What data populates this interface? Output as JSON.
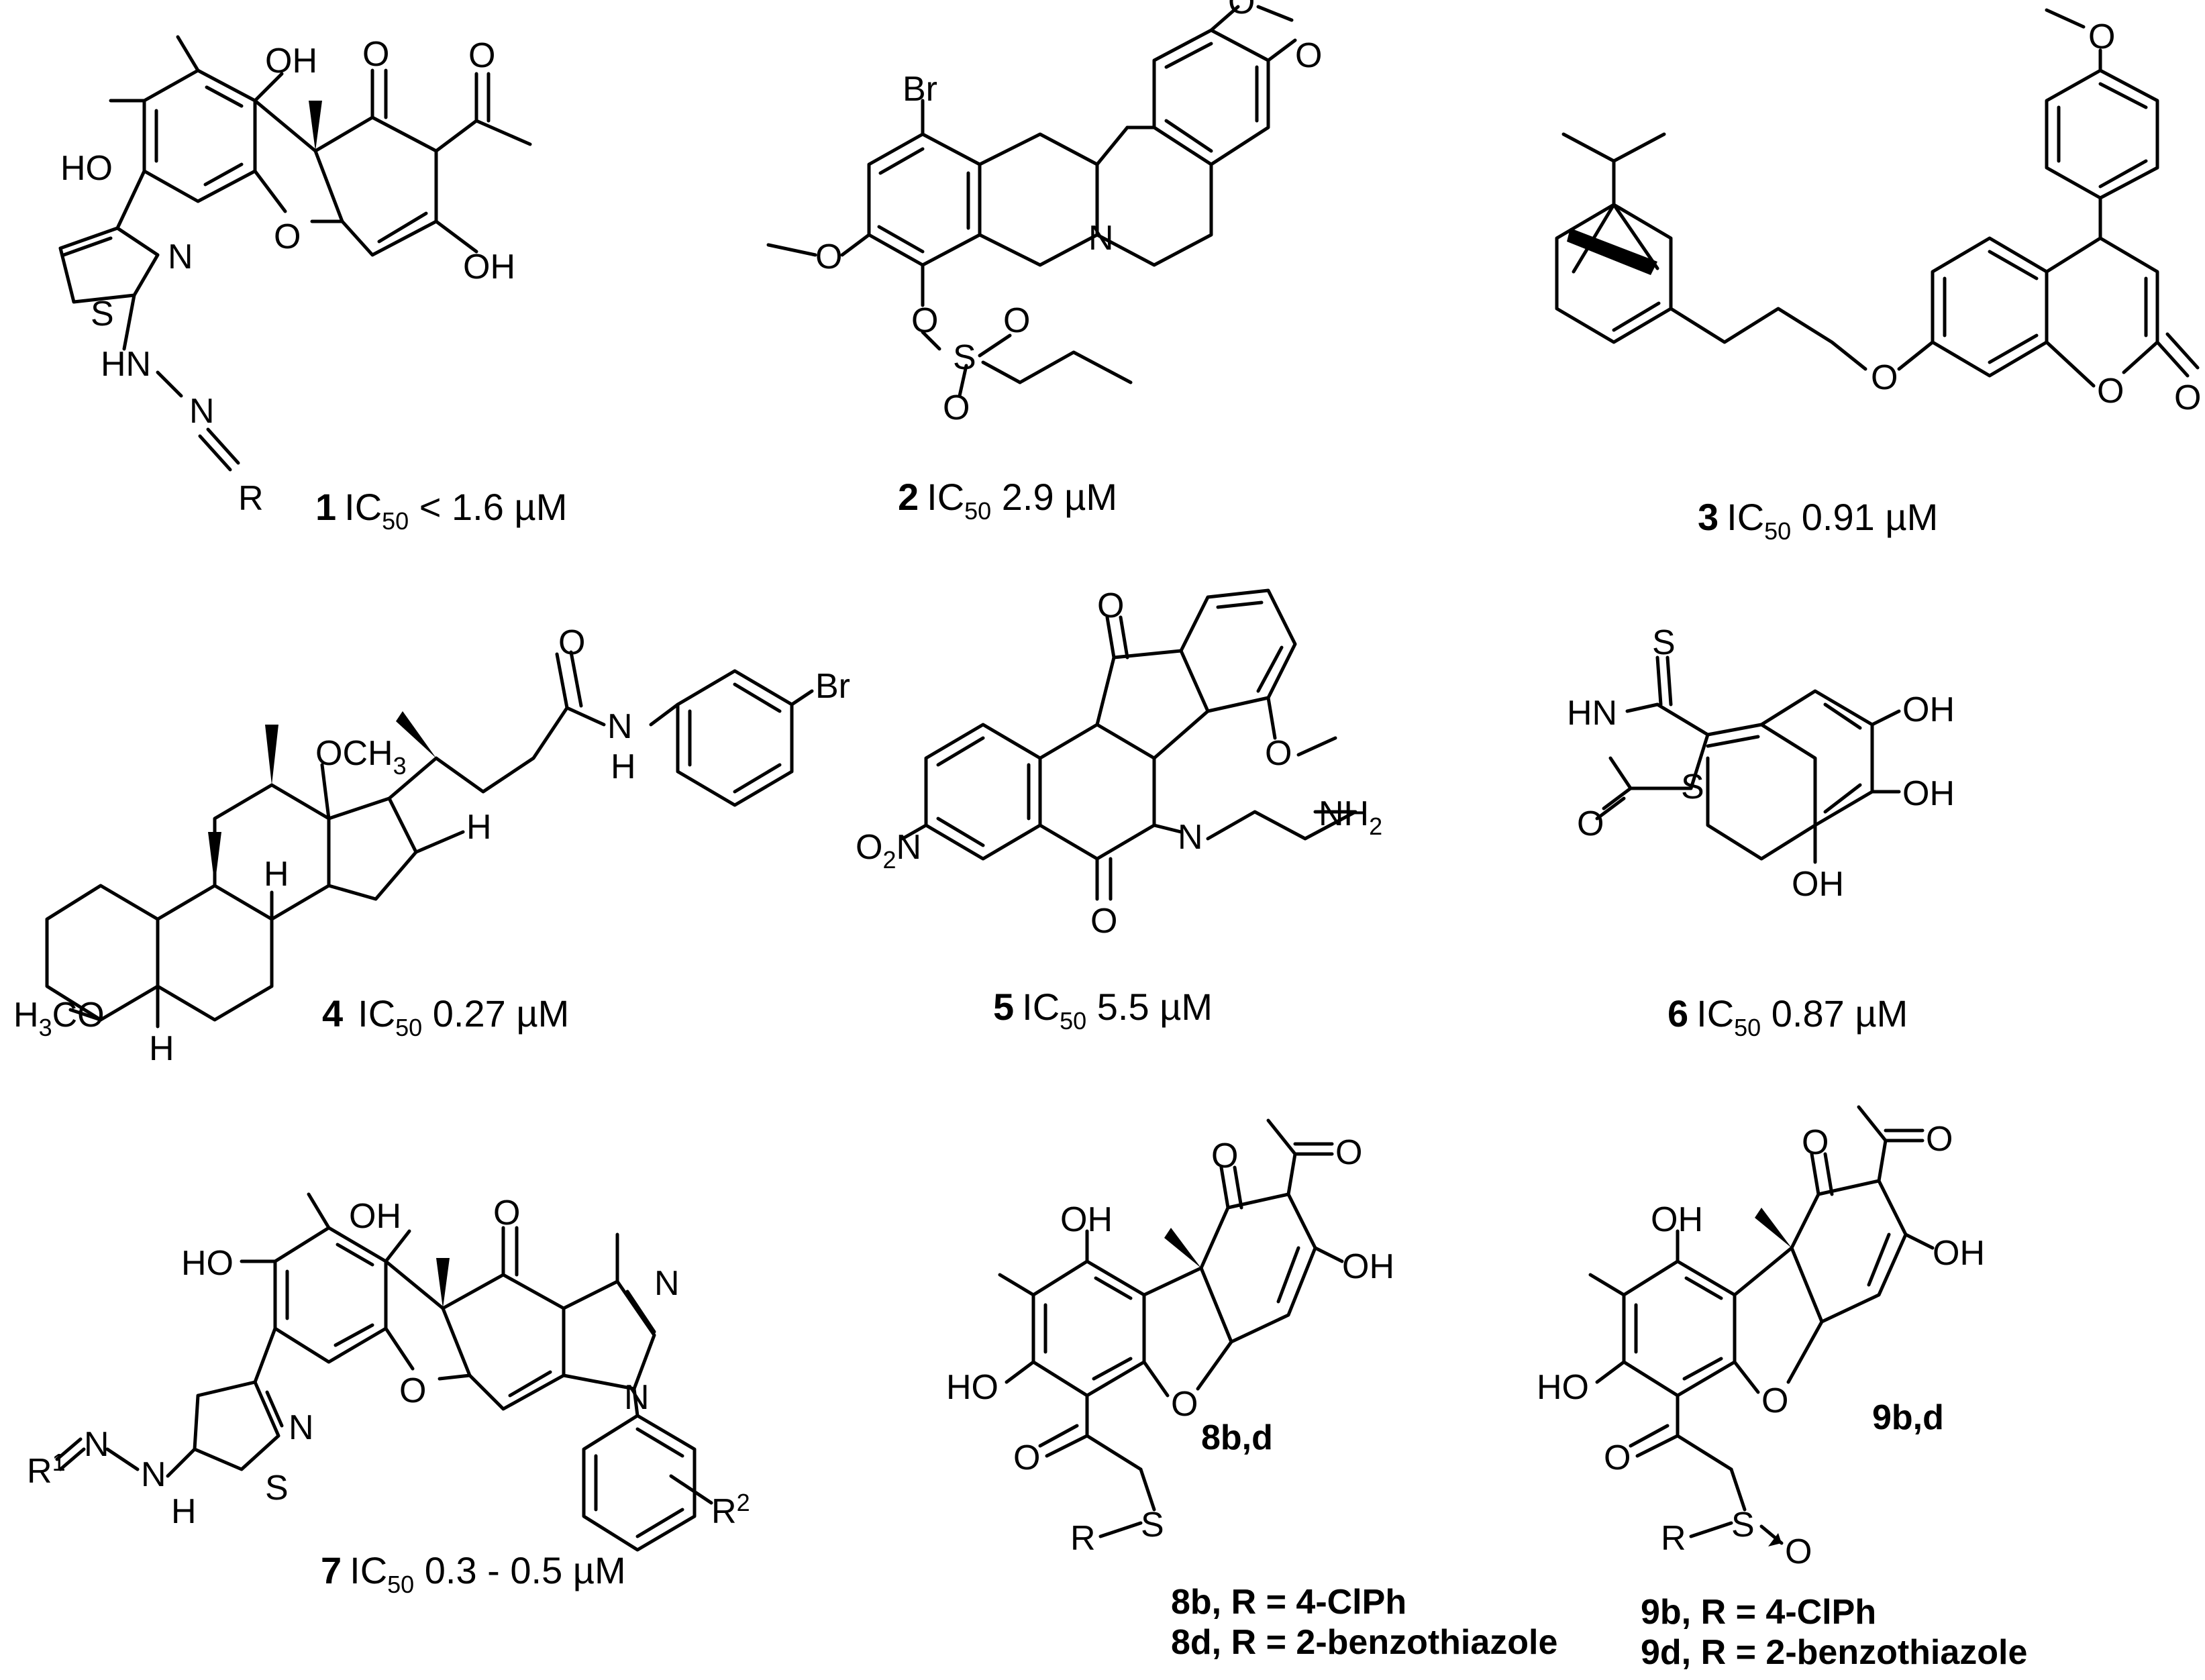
{
  "compounds": [
    {
      "id": "1",
      "ic50_label": "IC",
      "sub": "50",
      "value": " < 1.6 µM",
      "atoms": {
        "oh_top": "OH",
        "ho_left": "HO",
        "o_ketone": "O",
        "o_acetyl": "O",
        "oh_right": "OH",
        "o_furan": "O",
        "s": "S",
        "n": "N",
        "hn": "HN",
        "n2": "N",
        "r": "R"
      }
    },
    {
      "id": "2",
      "ic50_label": "IC",
      "sub": "50",
      "value": " 2.9 µM",
      "atoms": {
        "br": "Br",
        "o1": "O",
        "o2": "O",
        "o_meo": "O",
        "n": "N",
        "o_ester": "O",
        "s": "S",
        "o_s1": "O",
        "o_s2": "O"
      }
    },
    {
      "id": "3",
      "ic50_label": "IC",
      "sub": "50",
      "value": " 0.91 µM",
      "atoms": {
        "o_meo": "O",
        "o_ether": "O",
        "o_ring": "O",
        "o_carbonyl": "O"
      }
    },
    {
      "id": "4",
      "ic50_label": "IC",
      "sub": "50",
      "value": " 0.27 µM",
      "atoms": {
        "o": "O",
        "nh_n": "N",
        "nh_h": "H",
        "br": "Br",
        "och3": "OCH",
        "och3_sub": "3",
        "h1": "H",
        "h2": "H",
        "h3": "H",
        "h3co": "H",
        "h3co_sub": "3",
        "h3co_rest": "CO"
      }
    },
    {
      "id": "5",
      "ic50_label": "IC",
      "sub": "50",
      "value": " 5.5 µM",
      "atoms": {
        "o_top": "O",
        "o_meo": "O",
        "o_bottom": "O",
        "n": "N",
        "nh2": "NH",
        "nh2_sub": "2",
        "no2_o": "O",
        "no2_sub": "2",
        "no2_n": "N"
      }
    },
    {
      "id": "6",
      "ic50_label": "IC",
      "sub": "50",
      "value": " 0.87 µM",
      "atoms": {
        "s_thione": "S",
        "hn": "HN",
        "s_ring": "S",
        "o": "O",
        "oh1": "OH",
        "oh2": "OH",
        "oh3": "OH"
      }
    },
    {
      "id": "7",
      "ic50_label": "IC",
      "sub": "50",
      "value": " 0.3 - 0.5 µM",
      "atoms": {
        "oh": "OH",
        "ho": "HO",
        "o_ketone": "O",
        "n1": "N",
        "n2": "N",
        "o_furan": "O",
        "n_thz": "N",
        "s": "S",
        "r1": "R",
        "r1_sup": "1",
        "n_hz": "N",
        "nh_n": "N",
        "nh_h": "H",
        "r2": "R",
        "r2_sup": "2"
      }
    },
    {
      "id": "8b,d",
      "ic50_label": "",
      "sub": "",
      "value": "",
      "atoms": {
        "o_acetyl": "O",
        "o_ketone": "O",
        "oh_top": "OH",
        "oh_right": "OH",
        "ho": "HO",
        "o_furan": "O",
        "o_side": "O",
        "s": "S",
        "r": "R"
      },
      "notes": [
        "8b, R = 4-ClPh",
        "8d, R = 2-benzothiazole"
      ]
    },
    {
      "id": "9b,d",
      "ic50_label": "",
      "sub": "",
      "value": "",
      "atoms": {
        "o_acetyl": "O",
        "o_ketone": "O",
        "oh_top": "OH",
        "oh_right": "OH",
        "ho": "HO",
        "o_furan": "O",
        "o_side": "O",
        "s": "S",
        "o_sulfoxide": "O",
        "r": "R"
      },
      "notes": [
        "9b, R = 4-ClPh",
        "9d, R = 2-benzothiazole"
      ]
    }
  ]
}
